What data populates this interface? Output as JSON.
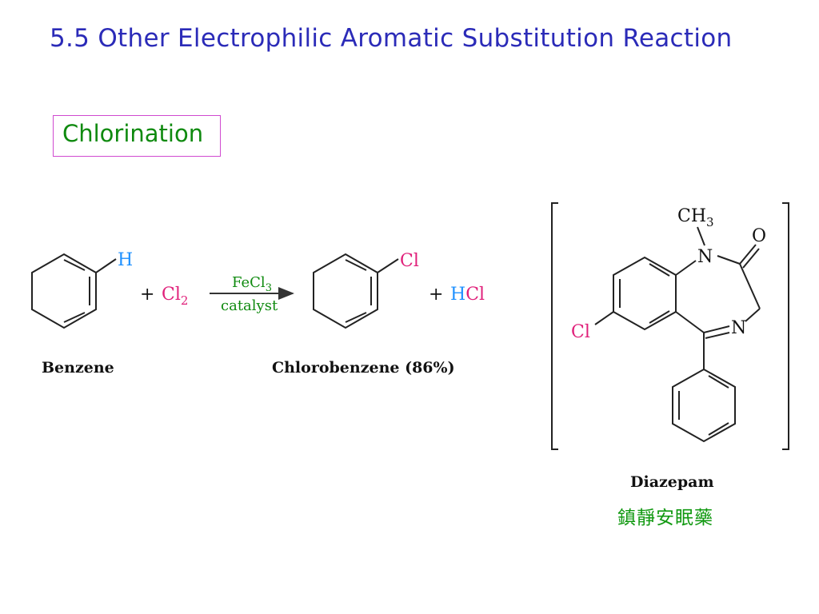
{
  "title": "5.5 Other Electrophilic Aromatic Substitution Reaction",
  "section_label": "Chlorination",
  "reaction": {
    "reactant_sub": "H",
    "plus1": "+",
    "reagent": "Cl",
    "reagent_subscript": "2",
    "catalyst_line1": "FeCl",
    "catalyst_line1_sub": "3",
    "catalyst_line2": "catalyst",
    "product_sub": "Cl",
    "plus2": "+",
    "byproduct_h": "H",
    "byproduct_cl": "Cl",
    "reactant_name": "Benzene",
    "product_name": "Chlorobenzene (86%)"
  },
  "diazepam": {
    "methyl": "CH",
    "methyl_sub": "3",
    "oxygen": "O",
    "n1": "N",
    "n2": "N",
    "chloro": "Cl",
    "name": "Diazepam",
    "chinese_name": "鎮靜安眠藥"
  },
  "colors": {
    "title": "#2b2bb8",
    "section_label": "#0f8a0f",
    "section_border": "#d04ad0",
    "hydrogen": "#1e90ff",
    "chlorine": "#e0207a",
    "catalyst": "#0f8a0f",
    "chinese": "#119911"
  }
}
